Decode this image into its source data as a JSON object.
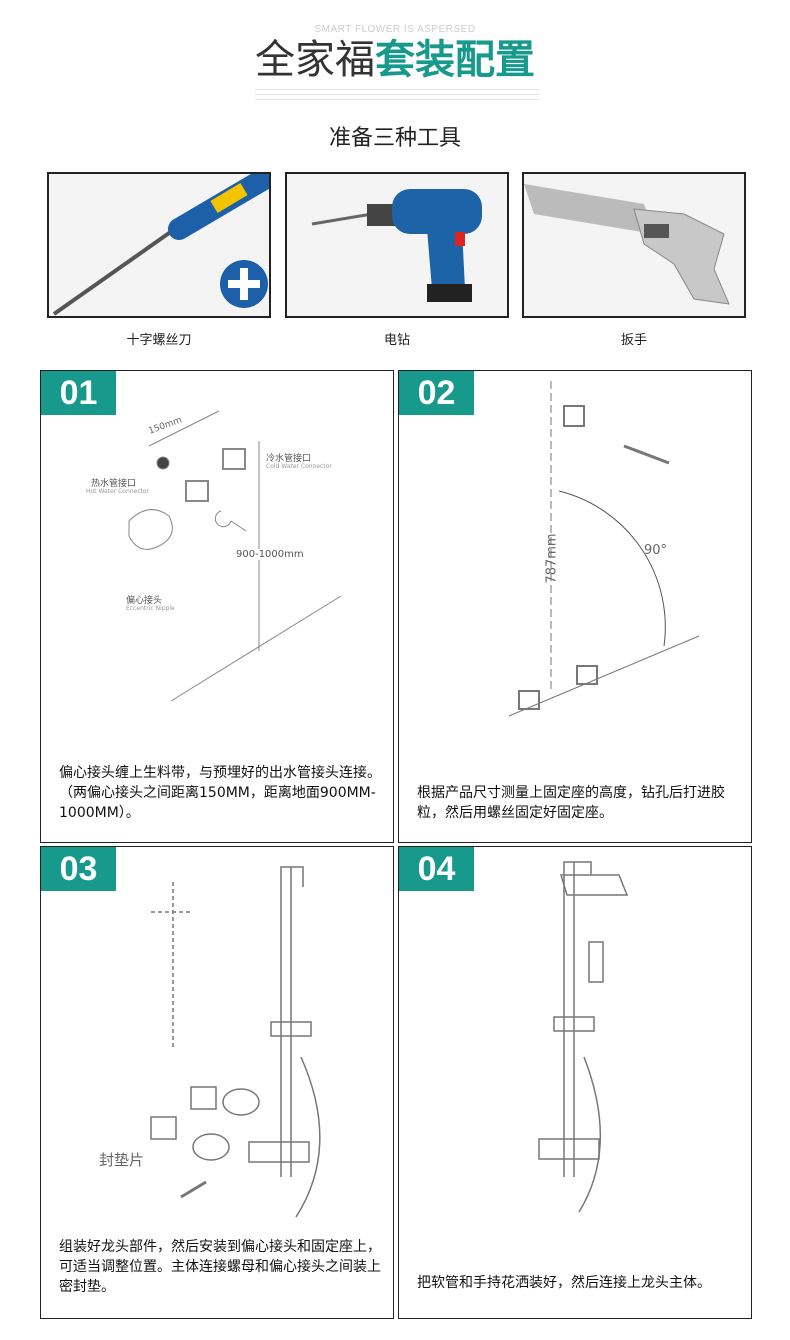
{
  "header": {
    "subtitle": "SMART FLOWER IS ASPERSED",
    "title_thin": "全家福",
    "title_bold": "套装配置"
  },
  "tools": {
    "heading": "准备三种工具",
    "items": [
      {
        "label": "十字螺丝刀",
        "icon": "screwdriver"
      },
      {
        "label": "电钻",
        "icon": "drill"
      },
      {
        "label": "扳手",
        "icon": "wrench"
      }
    ]
  },
  "accent": "#17998b",
  "steps": [
    {
      "number": "01",
      "caption": "偏心接头缠上生料带，与预埋好的出水管接头连接。（两偏心接头之间距离150MM，距离地面900MM-1000MM）。",
      "labels": {
        "distance": "150mm",
        "hot": "热水管接口",
        "hot_en": "Hot Water Connector",
        "cold": "冷水管接口",
        "cold_en": "Cold Water Connector",
        "height": "900-1000mm",
        "nipple": "偏心接头",
        "nipple_en": "Eccentric Nipple"
      }
    },
    {
      "number": "02",
      "caption": "根据产品尺寸测量上固定座的高度，钻孔后打进胶粒，然后用螺丝固定好固定座。",
      "labels": {
        "height": "787mm",
        "angle": "90°"
      }
    },
    {
      "number": "03",
      "caption": "组装好龙头部件，然后安装到偏心接头和固定座上，可适当调整位置。主体连接螺母和偏心接头之间装上密封垫。",
      "labels": {
        "gasket": "封垫片"
      }
    },
    {
      "number": "04",
      "caption": "把软管和手持花洒装好，然后连接上龙头主体。"
    }
  ]
}
